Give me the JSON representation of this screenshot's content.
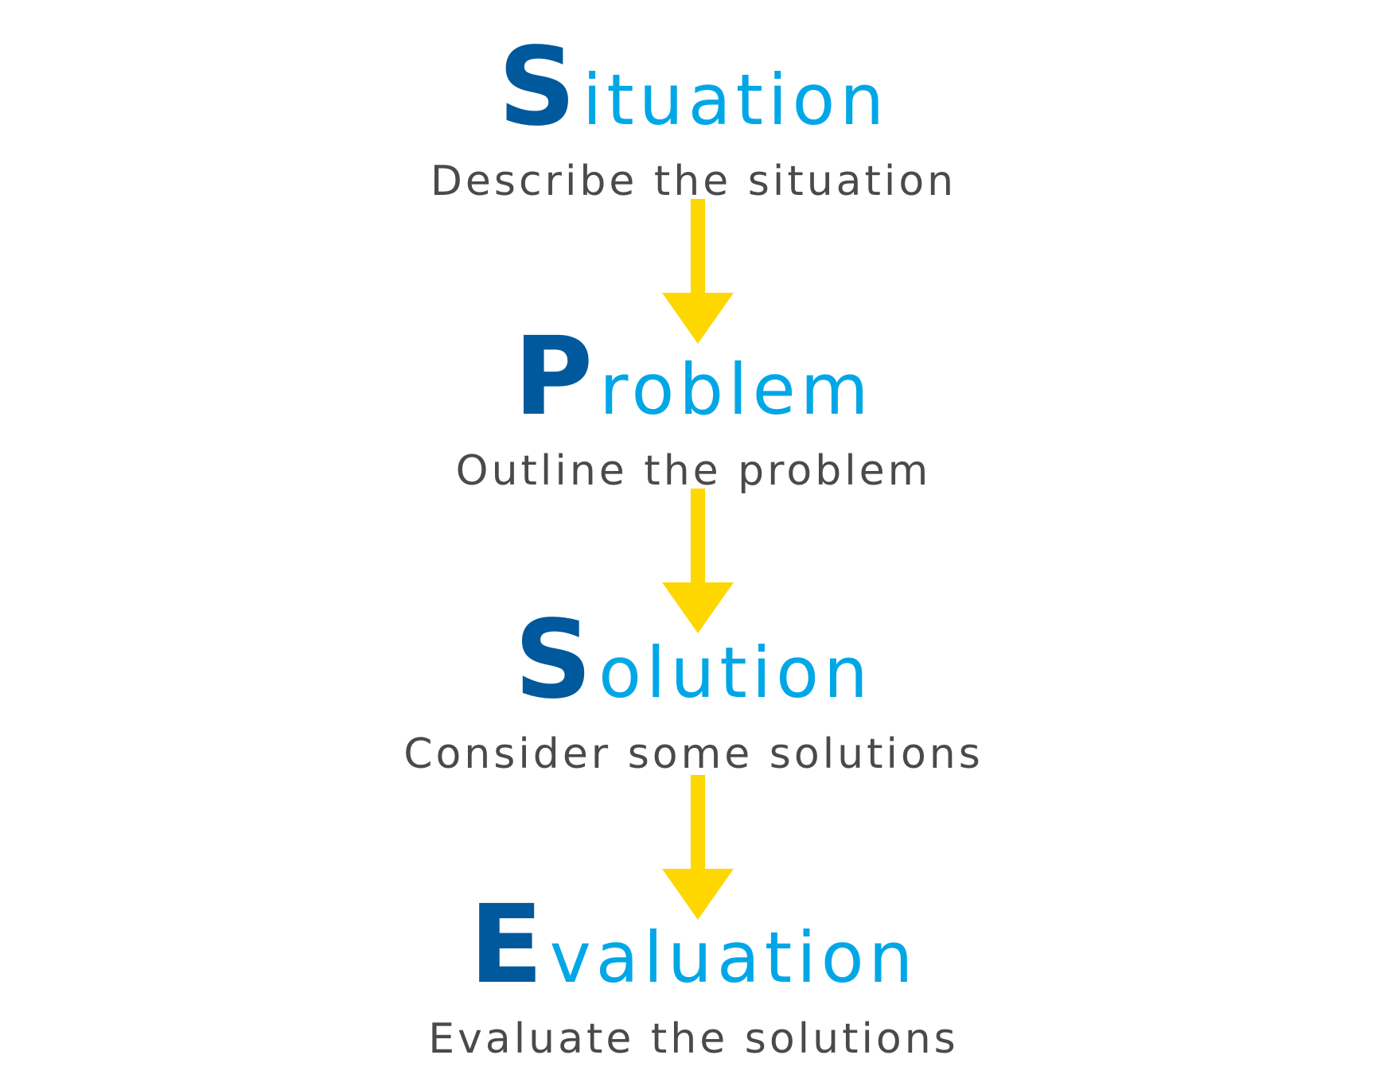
{
  "colors": {
    "initial": "#00599c",
    "rest": "#00a7e7",
    "description": "#4a4a4a",
    "arrow": "#ffd700"
  },
  "steps": [
    {
      "initial": "S",
      "rest": "ituation",
      "description": "Describe the situation"
    },
    {
      "initial": "P",
      "rest": "roblem",
      "description": "Outline the problem"
    },
    {
      "initial": "S",
      "rest": "olution",
      "description": "Consider some solutions"
    },
    {
      "initial": "E",
      "rest": "valuation",
      "description": "Evaluate the solutions"
    }
  ],
  "arrows": [
    {
      "icon": "arrow-down-icon"
    },
    {
      "icon": "arrow-down-icon"
    },
    {
      "icon": "arrow-down-icon"
    }
  ]
}
